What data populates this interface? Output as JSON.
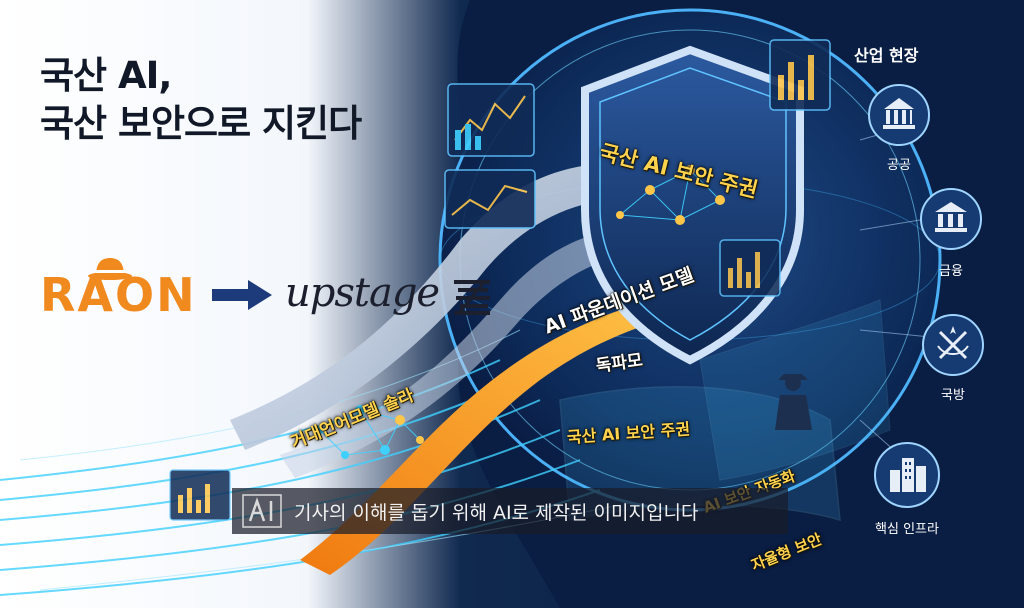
{
  "headline": {
    "line1": "국산 AI,",
    "line2": "국산 보안으로 지킨다"
  },
  "logos": {
    "raon": "RAON",
    "upstage": "upstage"
  },
  "industry": {
    "title": "산업 현장",
    "sectors": [
      {
        "label": "공공",
        "icon": "government-building-icon"
      },
      {
        "label": "금융",
        "icon": "bank-icon"
      },
      {
        "label": "국방",
        "icon": "defense-emblem-icon"
      },
      {
        "label": "핵심 인프라",
        "icon": "city-buildings-icon"
      }
    ]
  },
  "overlays": {
    "shield_title": "국산 AI 보안 주권",
    "foundation_model": "AI 파운데이션 모델",
    "dokpamo": "독파모",
    "solar": "거대언어모델 솔라",
    "security_sovereignty": "국산 AI 보안 주권",
    "automation": "AI 보안 자동화",
    "autonomous": "자율형 보안"
  },
  "caption": "기사의 이해를 돕기 위해 AI로 제작된 이미지입니다",
  "colors": {
    "navy": "#0a1a3f",
    "cyan": "#3fd0ff",
    "orange": "#f5a21e",
    "gold": "#ffd34d",
    "raon": "#f08a1f"
  }
}
